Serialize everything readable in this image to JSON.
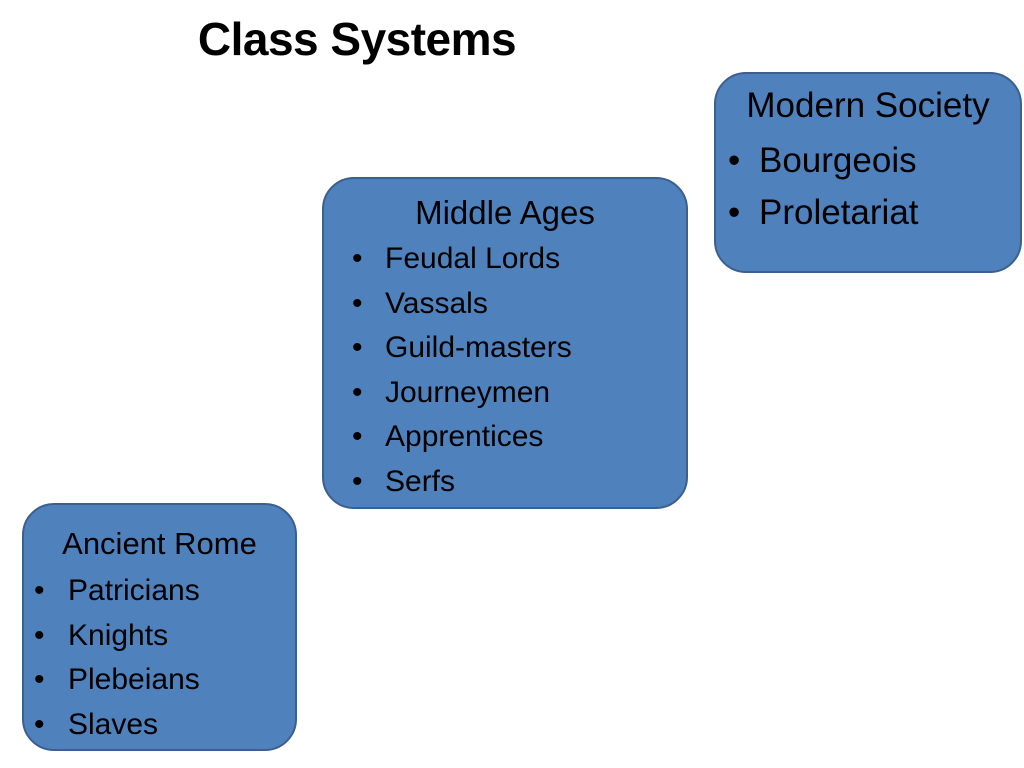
{
  "slide": {
    "title": "Class Systems"
  },
  "colors": {
    "box_fill": "#4f81bd",
    "box_border": "#3b5f8f",
    "text": "#000000",
    "background": "#ffffff"
  },
  "boxes": [
    {
      "heading": "Ancient Rome",
      "items": [
        "Patricians",
        "Knights",
        "Plebeians",
        "Slaves"
      ]
    },
    {
      "heading": "Middle Ages",
      "items": [
        "Feudal Lords",
        "Vassals",
        "Guild-masters",
        "Journeymen",
        "Apprentices",
        "Serfs"
      ]
    },
    {
      "heading": "Modern Society",
      "items": [
        "Bourgeois",
        "Proletariat"
      ]
    }
  ]
}
